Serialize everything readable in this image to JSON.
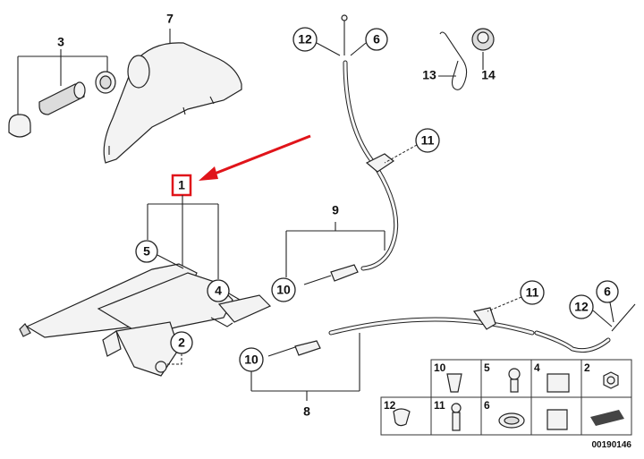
{
  "diagram": {
    "callouts": {
      "c1": "1",
      "c2": "2",
      "c3": "3",
      "c4": "4",
      "c5": "5",
      "c6a": "6",
      "c6b": "6",
      "c7": "7",
      "c8": "8",
      "c9": "9",
      "c10a": "10",
      "c10b": "10",
      "c11a": "11",
      "c11b": "11",
      "c12a": "12",
      "c12b": "12",
      "c13": "13",
      "c14": "14"
    },
    "highlight_color": "#e0141a",
    "parts_table": {
      "row1": [
        "10",
        "5",
        "4",
        "2"
      ],
      "row2": [
        "12",
        "11",
        "6"
      ]
    },
    "doc_id": "00190146"
  }
}
